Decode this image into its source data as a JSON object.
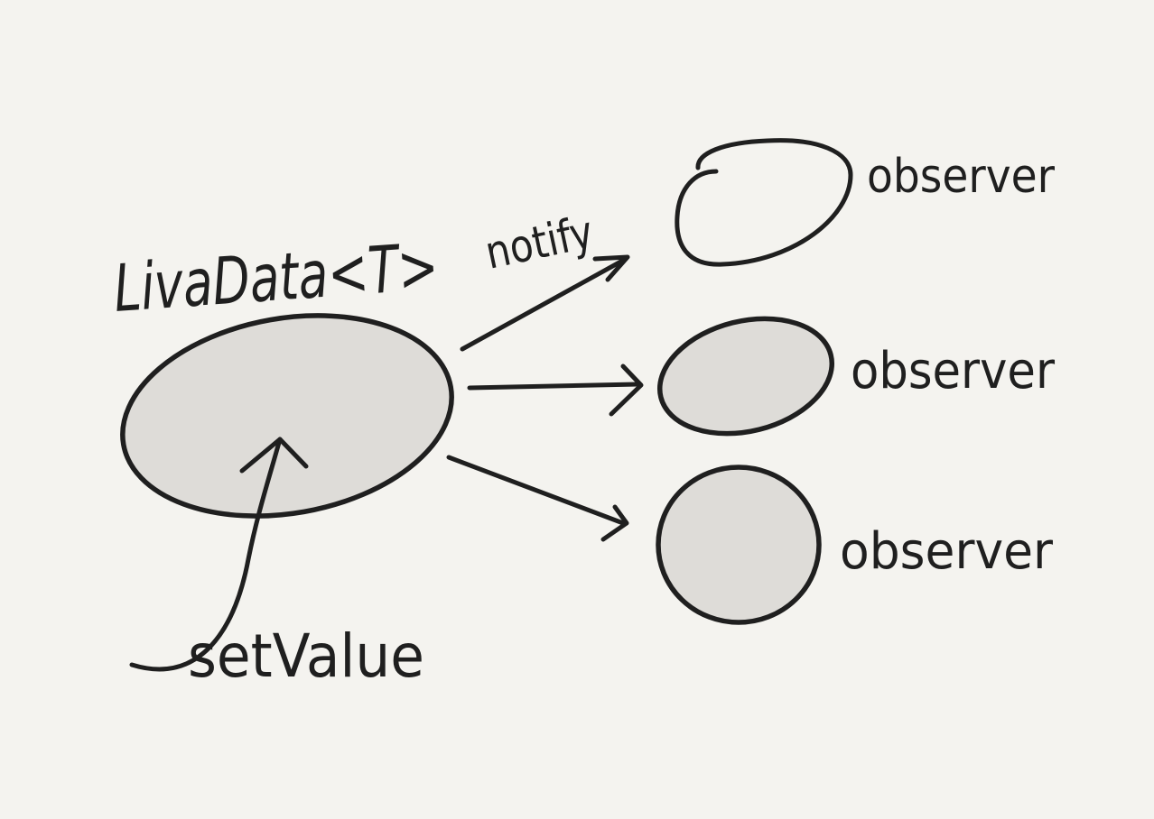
{
  "diagram": {
    "source": {
      "label": "LivaData<T>",
      "fill": "#dedcd8"
    },
    "input": {
      "label": "setValue"
    },
    "edge_label": "notify",
    "observers": [
      {
        "label": "observer",
        "fill": "none"
      },
      {
        "label": "observer",
        "fill": "#dedcd8"
      },
      {
        "label": "observer",
        "fill": "#dedcd8"
      }
    ],
    "colors": {
      "background": "#f4f3ef",
      "ink": "#1f1f1f",
      "shape_fill": "#dedcd8"
    }
  }
}
